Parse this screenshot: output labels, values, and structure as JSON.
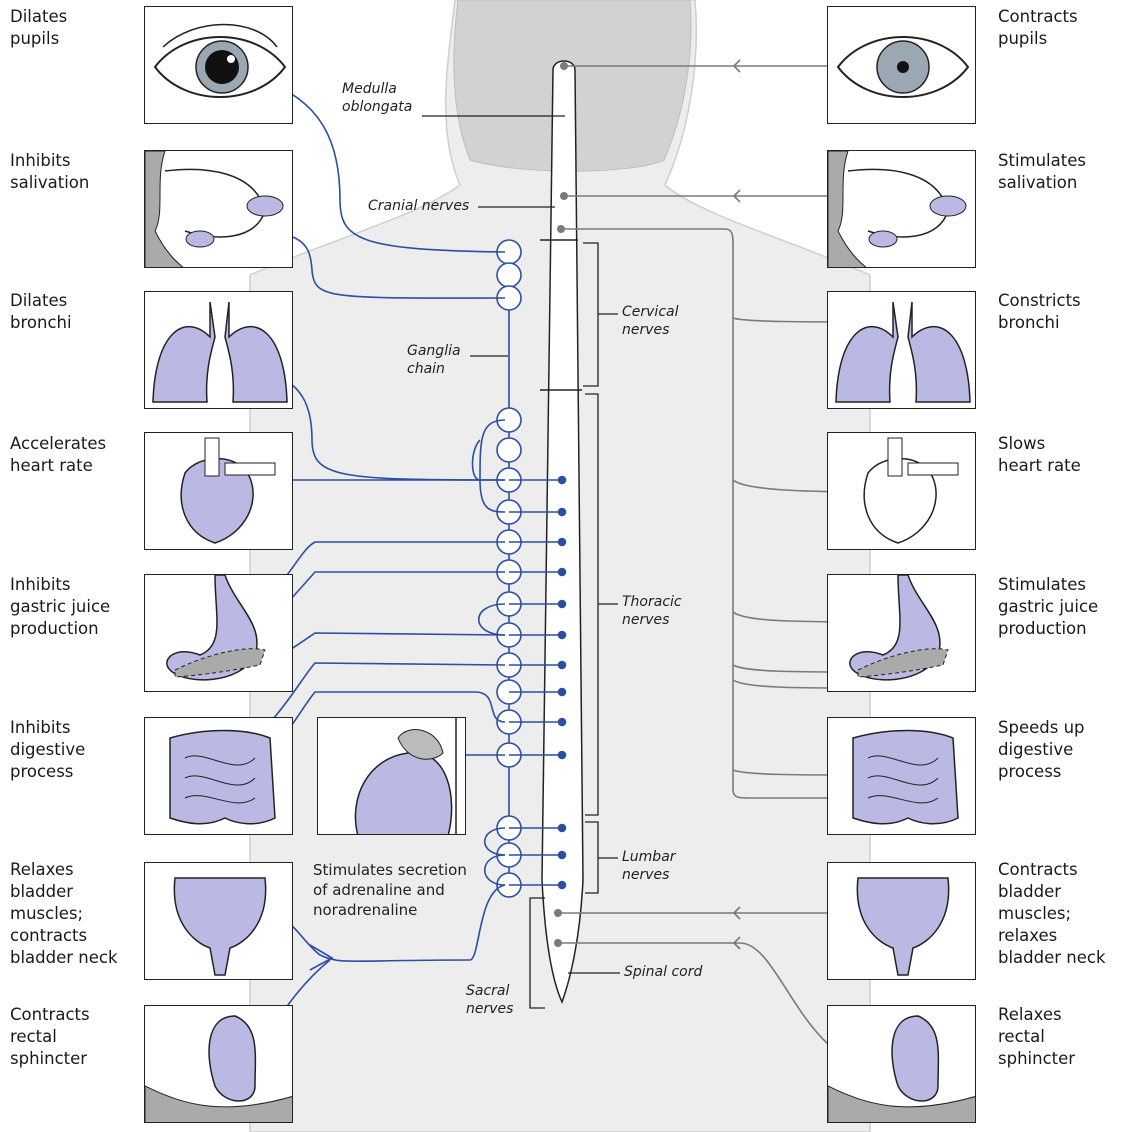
{
  "left_labels": [
    {
      "id": "pupils",
      "text": "Dilates\npupils"
    },
    {
      "id": "salivation",
      "text": "Inhibits\nsalivation"
    },
    {
      "id": "bronchi",
      "text": "Dilates\nbronchi"
    },
    {
      "id": "heart",
      "text": "Accelerates\nheart rate"
    },
    {
      "id": "gastric",
      "text": "Inhibits\ngastric juice\nproduction"
    },
    {
      "id": "digestive",
      "text": "Inhibits\ndigestive\nprocess"
    },
    {
      "id": "bladder",
      "text": "Relaxes\nbladder\nmuscles;\ncontracts\nbladder neck"
    },
    {
      "id": "rectal",
      "text": "Contracts\nrectal\nsphincter"
    }
  ],
  "right_labels": [
    {
      "id": "pupils",
      "text": "Contracts\npupils"
    },
    {
      "id": "salivation",
      "text": "Stimulates\nsalivation"
    },
    {
      "id": "bronchi",
      "text": "Constricts\nbronchi"
    },
    {
      "id": "heart",
      "text": "Slows\nheart rate"
    },
    {
      "id": "gastric",
      "text": "Stimulates\ngastric juice\nproduction"
    },
    {
      "id": "digestive",
      "text": "Speeds up\ndigestive\nprocess"
    },
    {
      "id": "bladder",
      "text": "Contracts\nbladder\nmuscles;\nrelaxes\nbladder neck"
    },
    {
      "id": "rectal",
      "text": "Relaxes\nrectal\nsphincter"
    }
  ],
  "structure_labels": {
    "medulla": "Medulla\noblongata",
    "cranial": "Cranial nerves",
    "ganglia": "Ganglia\nchain",
    "cervical": "Cervical\nnerves",
    "thoracic": "Thoracic\nnerves",
    "lumbar": "Lumbar\nnerves",
    "sacral": "Sacral\nnerves",
    "spinal_cord": "Spinal cord"
  },
  "adrenal_note": "Stimulates secretion\nof adrenaline and\nnoradrenaline",
  "colors": {
    "sympathetic": "#2a4fa3",
    "parasympathetic": "#7a7a7a",
    "organ_fill": "#b9b9e3",
    "body_silhouette": "#ececec"
  }
}
